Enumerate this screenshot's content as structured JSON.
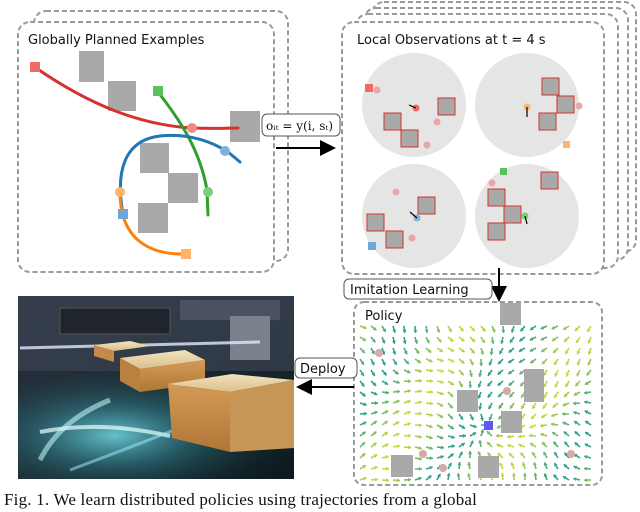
{
  "panels": {
    "global": {
      "title": "Globally Planned Examples"
    },
    "local": {
      "title": "Local Observations at t = 4 s"
    },
    "policy": {
      "title": "Policy"
    }
  },
  "arrows": {
    "observation_formula": "oᵢₜ = y(i, sₜ)",
    "imitation_label": "Imitation Learning",
    "deploy_label": "Deploy"
  },
  "caption": "Fig. 1.  We learn distributed policies using trajectories from a global",
  "colors": {
    "red": "#d6322f",
    "green": "#2ca02c",
    "blue": "#1f77b4",
    "orange": "#ff7f0e",
    "obstacle": "#a9a9a9",
    "field_low": "#2a9d8f",
    "field_high": "#c7d83a"
  }
}
